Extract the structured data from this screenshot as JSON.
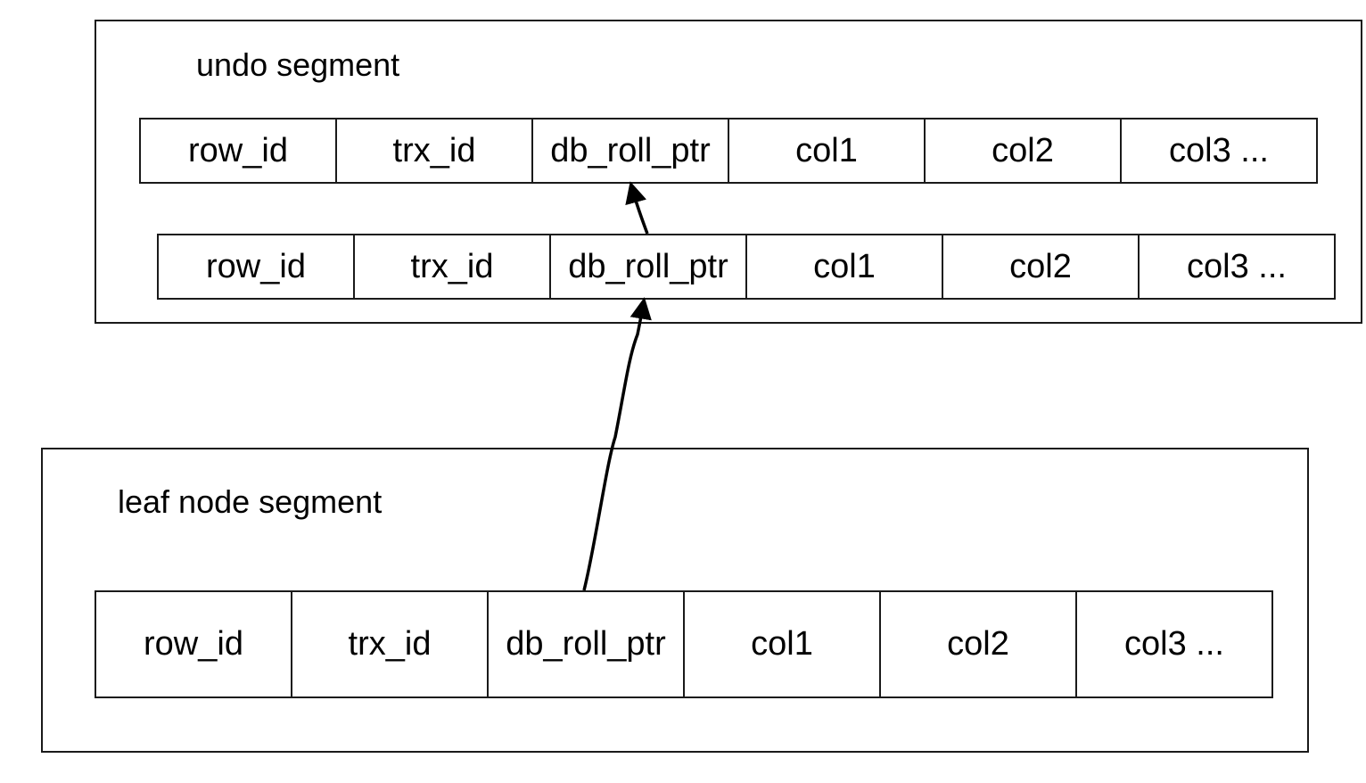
{
  "undo_segment": {
    "title": "undo segment",
    "records": [
      {
        "fields": [
          "row_id",
          "trx_id",
          "db_roll_ptr",
          "col1",
          "col2",
          "col3 ..."
        ]
      },
      {
        "fields": [
          "row_id",
          "trx_id",
          "db_roll_ptr",
          "col1",
          "col2",
          "col3 ..."
        ]
      }
    ]
  },
  "leaf_node_segment": {
    "title": "leaf node segment",
    "record": {
      "fields": [
        "row_id",
        "trx_id",
        "db_roll_ptr",
        "col1",
        "col2",
        "col3 ..."
      ]
    }
  },
  "colors": {
    "stroke": "#1a1a1a",
    "background": "#ffffff",
    "text": "#000000"
  }
}
